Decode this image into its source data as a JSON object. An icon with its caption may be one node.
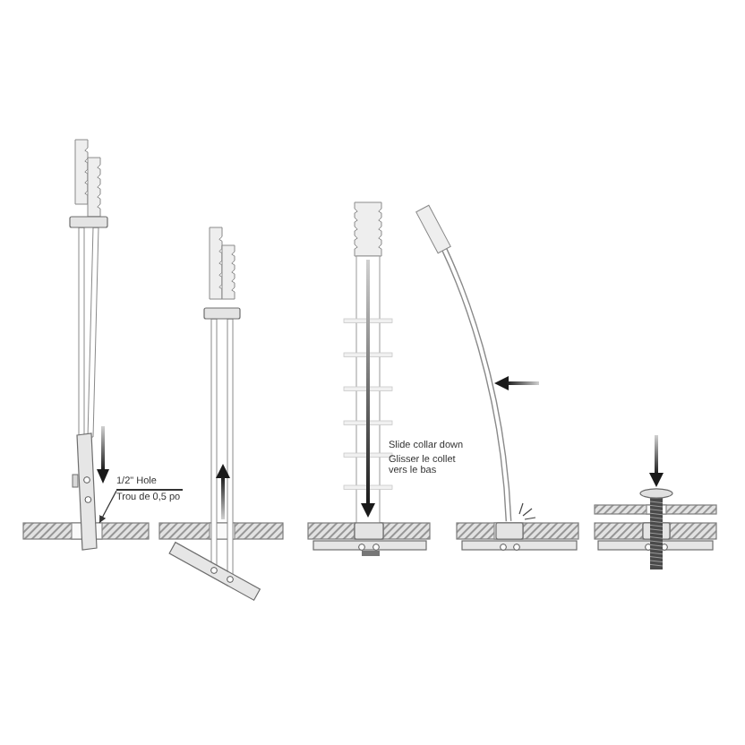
{
  "diagram": {
    "nodes": [
      {
        "text": [
          "1/2\" Hole",
          "Trou de 0,5 po"
        ]
      },
      {
        "text": [],
        "shape": "box"
      }
    ],
    "edges": [
      {
        "from": 0,
        "to": 1,
        "arrow": "to"
      }
    ],
    "labels": [
      "Slide collar down",
      "Glisser le collet vers le bas"
    ]
  }
}
